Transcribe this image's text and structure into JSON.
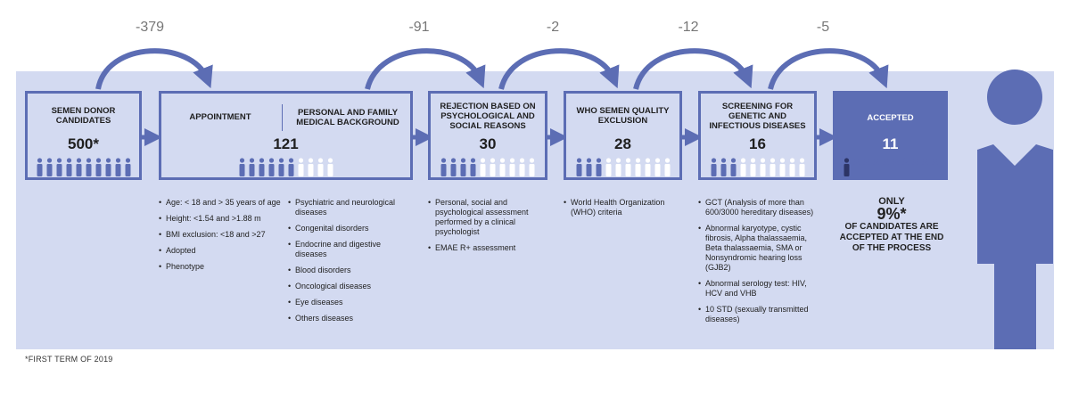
{
  "colors": {
    "accent": "#5c6db4",
    "band": "#d3daf1",
    "rejected_person": "#ffffff",
    "kept_person": "#5c6db4",
    "accepted_person": "#2d3566"
  },
  "stages": [
    {
      "title": "SEMEN DONOR CANDIDATES",
      "count": "500*"
    },
    {
      "title_left": "APPOINTMENT",
      "title_right": "PERSONAL AND FAMILY MEDICAL BACKGROUND",
      "count": "121"
    },
    {
      "title": "REJECTION BASED ON PSYCHOLOGICAL AND SOCIAL REASONS",
      "count": "30"
    },
    {
      "title": "WHO SEMEN QUALITY EXCLUSION",
      "count": "28"
    },
    {
      "title": "SCREENING FOR GENETIC AND INFECTIOUS DISEASES",
      "count": "16"
    },
    {
      "title": "ACCEPTED",
      "count": "11"
    }
  ],
  "deltas": [
    "-379",
    "-91",
    "-2",
    "-12",
    "-5"
  ],
  "notes": {
    "appointment": [
      "Age: < 18 and > 35 years of age",
      "Height: <1.54 and >1.88 m",
      "BMI exclusion: <18 and >27",
      "Adopted",
      "Phenotype"
    ],
    "background": [
      "Psychiatric and neurological diseases",
      "Congenital disorders",
      "Endocrine and digestive diseases",
      "Blood disorders",
      "Oncological diseases",
      "Eye diseases",
      "Others diseases"
    ],
    "psychological": [
      "Personal, social and psychological assessment performed by a clinical psychologist",
      "EMAE R+ assessment"
    ],
    "who": [
      "World Health Organization (WHO) criteria"
    ],
    "screening": [
      "GCT (Analysis of more than 600/3000 hereditary diseases)",
      "Abnormal karyotype, cystic fibrosis, Alpha thalassaemia, Beta thalassaemia, SMA or Nonsyndromic hearing loss (GJB2)",
      "Abnormal serology test: HIV, HCV and VHB",
      "10 STD (sexually transmitted diseases)"
    ]
  },
  "summary": {
    "only": "ONLY",
    "percent": "9%*",
    "rest": "OF CANDIDATES ARE ACCEPTED AT THE END OF THE PROCESS"
  },
  "footnote": "*FIRST TERM OF 2019"
}
